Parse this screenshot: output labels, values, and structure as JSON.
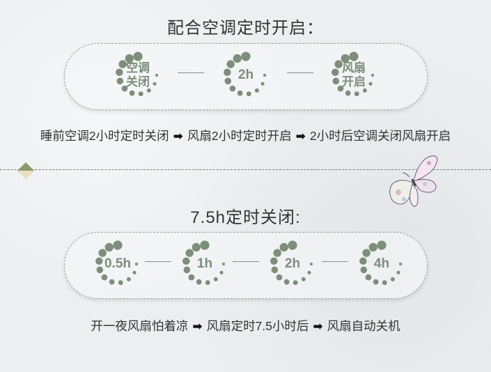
{
  "section1": {
    "title": "配合空调定时开启：",
    "dials": [
      {
        "line1": "空调",
        "line2": "关闭"
      },
      {
        "label": "2h"
      },
      {
        "line1": "风扇",
        "line2": "开启"
      }
    ],
    "flow": {
      "step1": "睡前空调2小时定时关闭",
      "step2": "风扇2小时定时开启",
      "step3": "2小时后空调关闭风扇开启"
    }
  },
  "section2": {
    "title": "7.5h定时关闭:",
    "dials": [
      {
        "label": "0.5h"
      },
      {
        "label": "1h"
      },
      {
        "label": "2h"
      },
      {
        "label": "4h"
      }
    ],
    "flow": {
      "step1": "开一夜风扇怕着凉",
      "step2": "风扇定时7.5小时后",
      "step3": "风扇自动关机"
    }
  },
  "colors": {
    "dial_green": "#7d8e7a",
    "diamond_green": "#8a9a6a",
    "diamond_cream": "#e8e0c0"
  },
  "icons": {
    "flow_arrow": "arrow-right-icon",
    "decor_diamond": "diamond-icon",
    "decor_butterfly": "butterfly-icon"
  }
}
